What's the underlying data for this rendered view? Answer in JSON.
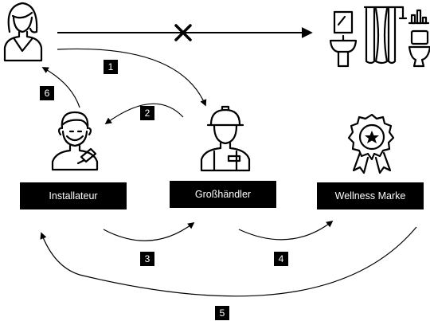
{
  "colors": {
    "ink": "#000000",
    "paper": "#ffffff"
  },
  "nodes": {
    "installer": {
      "label": "Installateur",
      "icon": "installer-worker-icon"
    },
    "wholesaler": {
      "label": "Großhändler",
      "icon": "hardhat-worker-icon"
    },
    "brand": {
      "label": "Wellness Marke",
      "icon": "award-badge-icon"
    },
    "customer": {
      "icon": "woman-customer-icon"
    },
    "bathroom": {
      "icon": "bathroom-fixtures-icon"
    }
  },
  "steps": {
    "s1": "1",
    "s2": "2",
    "s3": "3",
    "s4": "4",
    "s5": "5",
    "s6": "6"
  },
  "blocked_link_icon": "cross-icon"
}
